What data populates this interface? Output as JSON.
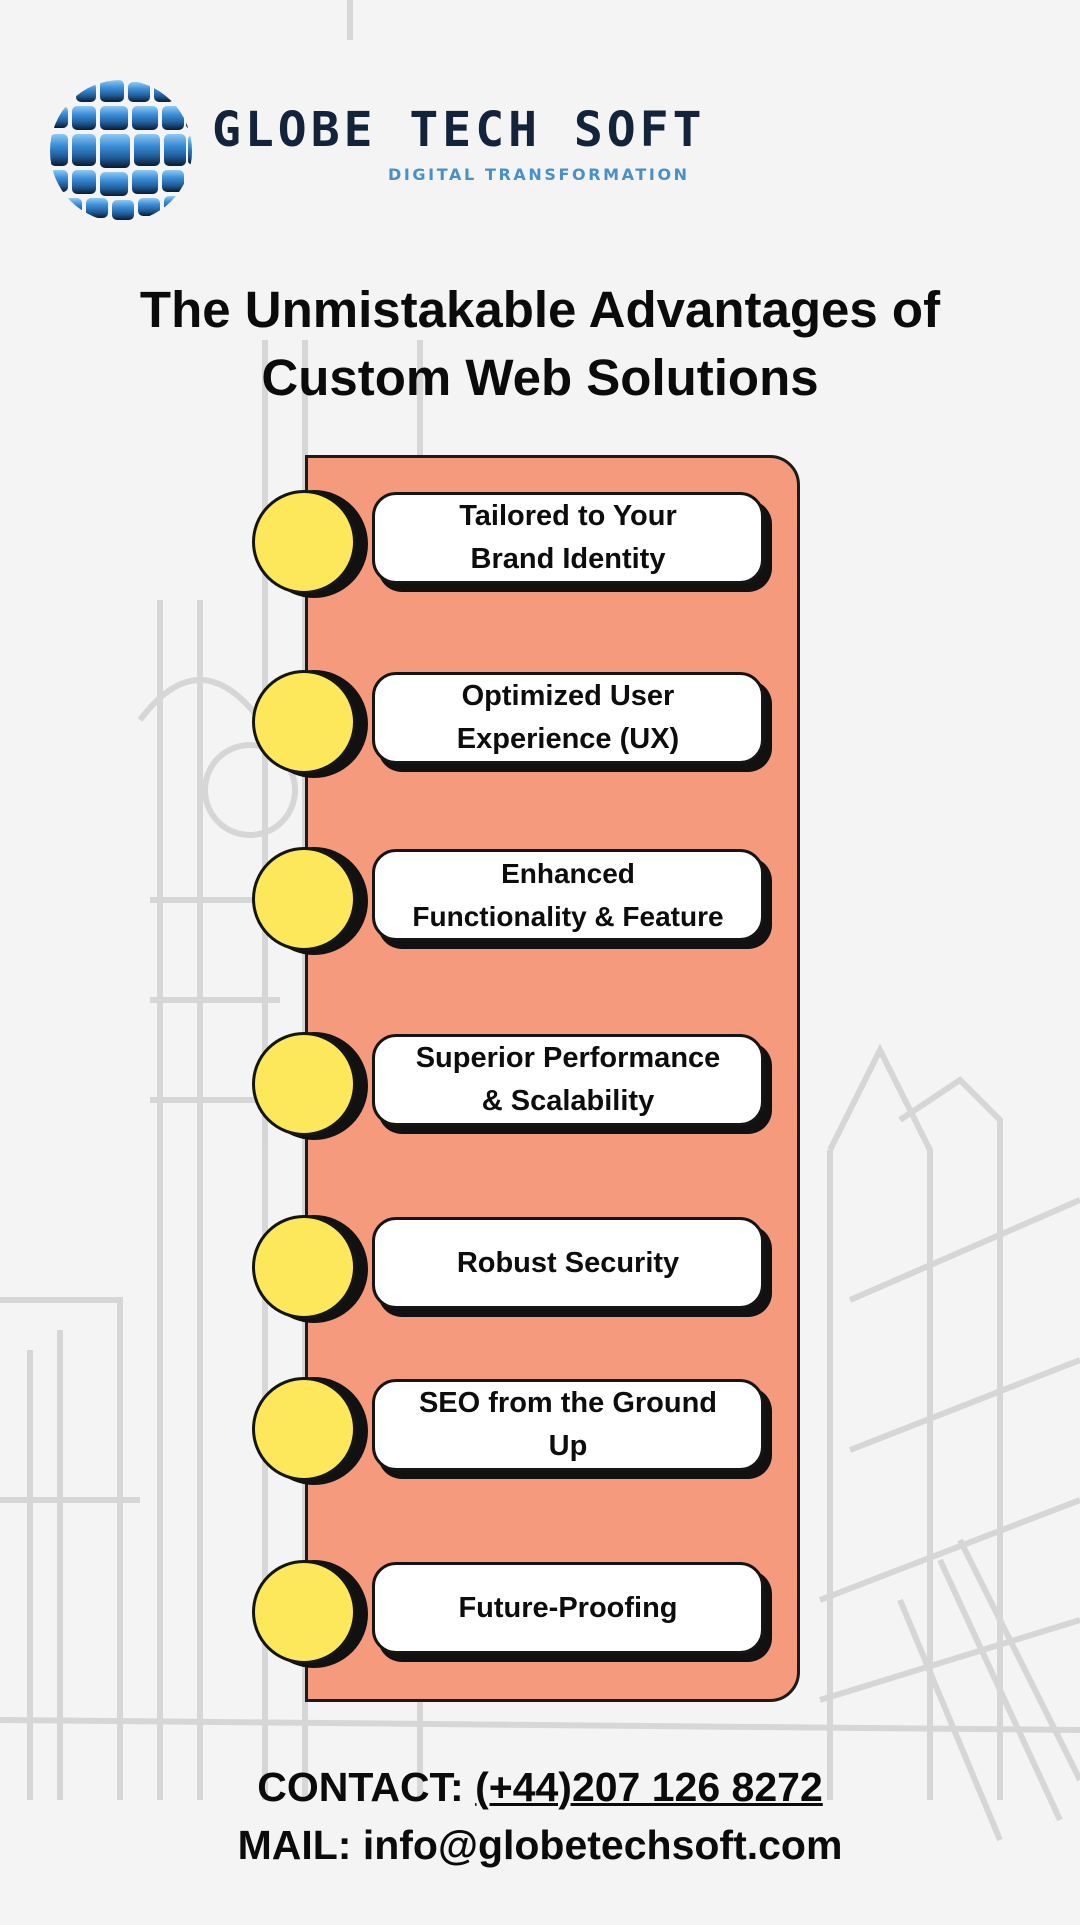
{
  "brand": {
    "name": "GLOBE TECH SOFT",
    "tagline": "DIGITAL TRANSFORMATION",
    "logo_icon": "globe-icon",
    "colors": {
      "name": "#13233a",
      "tagline": "#4a8fc6",
      "globe_light": "#7fbef0",
      "globe_dark": "#0c1a2c"
    }
  },
  "title": {
    "line1": "The Unmistakable Advantages of",
    "line2": "Custom Web Solutions"
  },
  "colors": {
    "panel": "#f59a7d",
    "circle": "#fde85c",
    "card": "#ffffff",
    "outline": "#151515",
    "background": "#f4f4f4"
  },
  "advantages": [
    {
      "label": "Tailored to Your\nBrand Identity"
    },
    {
      "label": "Optimized User\nExperience (UX)"
    },
    {
      "label": "Enhanced\nFunctionality & Feature"
    },
    {
      "label": "Superior Performance\n& Scalability"
    },
    {
      "label": "Robust Security"
    },
    {
      "label": "SEO from the Ground\nUp"
    },
    {
      "label": "Future-Proofing"
    }
  ],
  "contact": {
    "phone_label": "CONTACT: ",
    "phone": "(+44)207 126 8272",
    "mail_label": "MAIL: ",
    "email": "info@globetechsoft.com"
  }
}
